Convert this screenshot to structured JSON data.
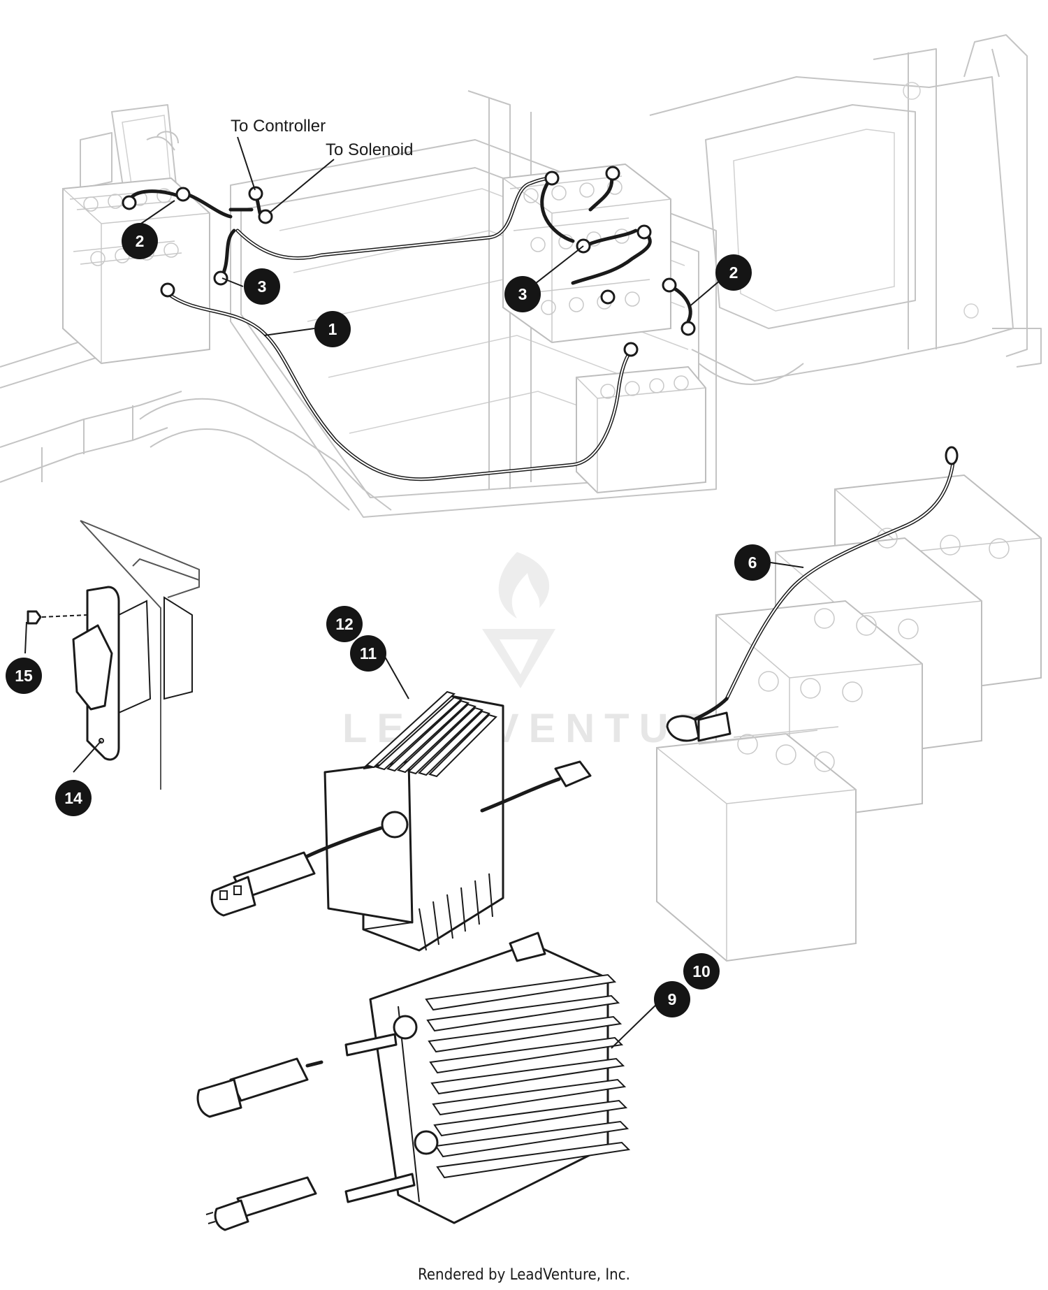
{
  "labels": {
    "to_controller": "To Controller",
    "to_solenoid": "To Solenoid"
  },
  "callouts": [
    {
      "id": "c1",
      "number": "1"
    },
    {
      "id": "c2a",
      "number": "2"
    },
    {
      "id": "c2b",
      "number": "2"
    },
    {
      "id": "c3a",
      "number": "3"
    },
    {
      "id": "c3b",
      "number": "3"
    },
    {
      "id": "c6",
      "number": "6"
    },
    {
      "id": "c9",
      "number": "9"
    },
    {
      "id": "c10",
      "number": "10"
    },
    {
      "id": "c11",
      "number": "11"
    },
    {
      "id": "c12",
      "number": "12"
    },
    {
      "id": "c14",
      "number": "14"
    },
    {
      "id": "c15",
      "number": "15"
    }
  ],
  "watermark_text": "LEADVENTURE",
  "footer": "Rendered by LeadVenture, Inc.",
  "colors": {
    "ink": "#1a1a1a",
    "ghost_lines": "#c4c4c4",
    "callout_fill": "#151515",
    "callout_text": "#ffffff"
  }
}
